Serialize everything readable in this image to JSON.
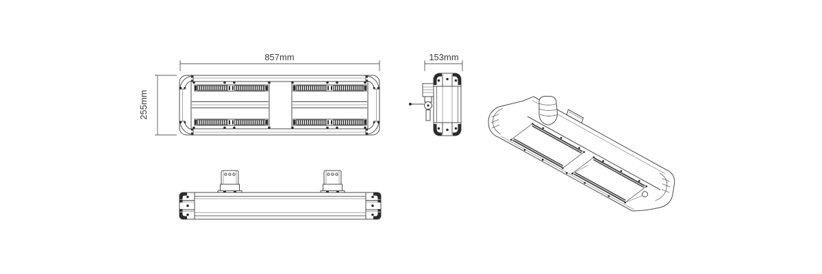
{
  "drawing": {
    "kind": "technical-line-drawing",
    "views": {
      "top_view": "plan view with overall width and height dimensions",
      "side_view": "end elevation with depth dimension and mounting bracket",
      "front_view": "front elevation with two mounting brackets",
      "iso_view": "isometric projection of fixture"
    }
  },
  "dimensions": {
    "top_width": "857mm",
    "left_height": "255mm",
    "end_depth": "153mm"
  },
  "colors": {
    "background": "#ffffff",
    "line": "#4a4a4a",
    "line_light": "#8f8f8f",
    "dark_fill": "#2b2b2b",
    "text": "#3a3a3a"
  }
}
